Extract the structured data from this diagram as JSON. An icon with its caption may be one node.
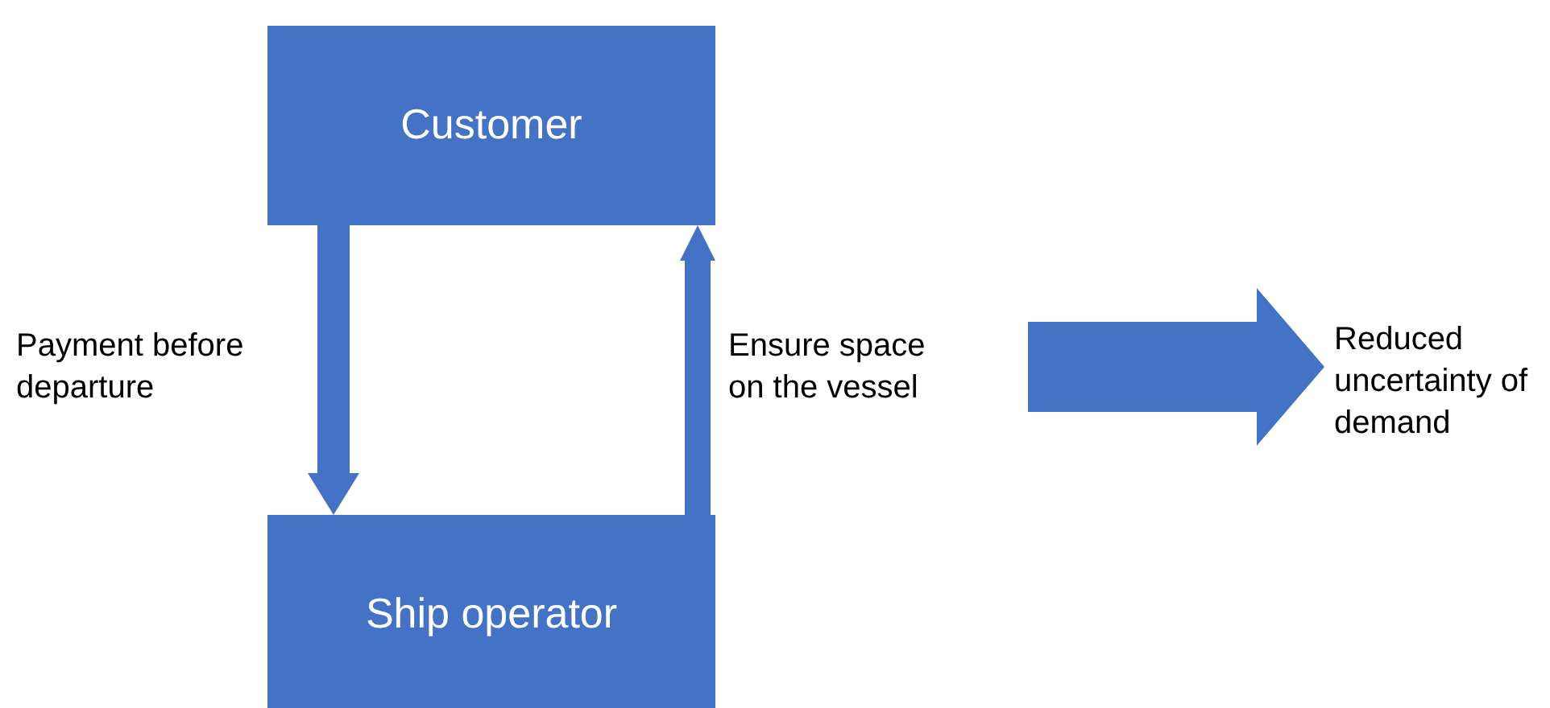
{
  "diagram": {
    "nodes": [
      {
        "text": [
          "Customer"
        ]
      },
      {
        "text": [
          "Ship operator"
        ]
      },
      {
        "text": [
          "Reduced uncertainty of demand"
        ]
      }
    ],
    "edges": [
      {
        "from": 0,
        "to": 1,
        "arrow": "to",
        "label": "Payment before departure"
      },
      {
        "from": 1,
        "to": 0,
        "arrow": "to",
        "label": "Ensure space on the vessel"
      },
      {
        "from": null,
        "to": 2,
        "arrow": "to",
        "style": "thick"
      }
    ]
  }
}
